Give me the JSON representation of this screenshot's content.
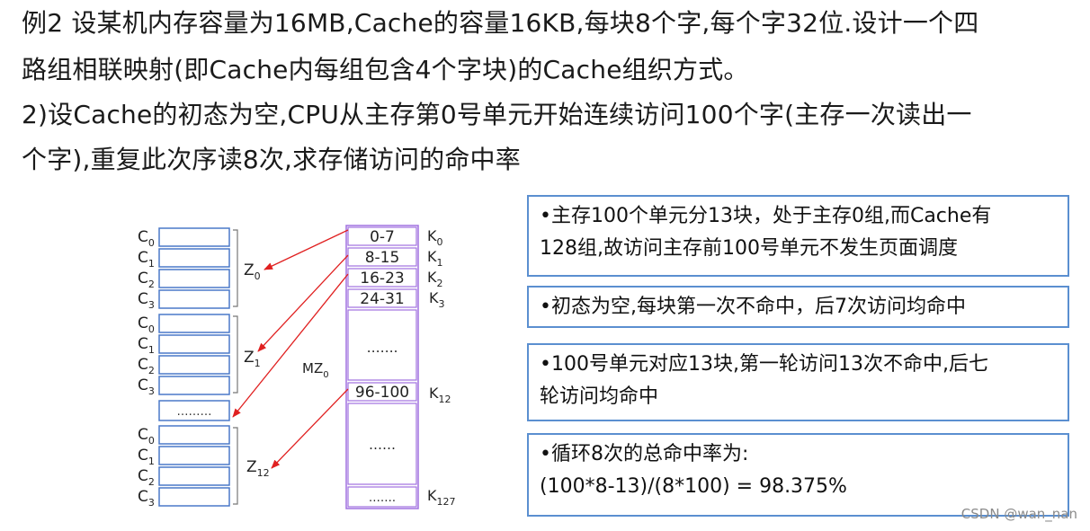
{
  "question": {
    "lines": [
      "例2 设某机内存容量为16MB,Cache的容量16KB,每块8个字,每个字32位.设计一个四",
      "路组相联映射(即Cache内每组包含4个字块)的Cache组织方式。",
      "2)设Cache的初态为空,CPU从主存第0号单元开始连续访问100个字(主存一次读出一",
      "个字),重复此次序读8次,求存储访问的命中率"
    ]
  },
  "diagram": {
    "cache_line_label": "C",
    "cache_line_subs": [
      "0",
      "1",
      "2",
      "3"
    ],
    "cache_gap": "………",
    "groups": [
      {
        "main": "Z",
        "sub": "0"
      },
      {
        "main": "Z",
        "sub": "1"
      },
      {
        "main": "Z",
        "sub": "12"
      }
    ],
    "memory_blocks": [
      "0-7",
      "8-15",
      "16-23",
      "24-31",
      "96-100"
    ],
    "memory_dots": [
      "…….",
      "……",
      "……."
    ],
    "block_labels": [
      {
        "main": "K",
        "sub": "0"
      },
      {
        "main": "K",
        "sub": "1"
      },
      {
        "main": "K",
        "sub": "2"
      },
      {
        "main": "K",
        "sub": "3"
      },
      {
        "main": "K",
        "sub": "12"
      },
      {
        "main": "K",
        "sub": "127"
      }
    ],
    "mz": {
      "main": "MZ",
      "sub": "0"
    },
    "colors": {
      "cache": "#4a78c8",
      "memory": "#a070e0",
      "arrow": "#e02020",
      "brace": "#777777"
    }
  },
  "notes": [
    {
      "lines": [
        "•主存100个单元分13块，处于主存0组,而Cache有",
        "128组,故访问主存前100号单元不发生页面调度"
      ]
    },
    {
      "lines": [
        "•初态为空,每块第一次不命中，后7次访问均命中"
      ]
    },
    {
      "lines": [
        "•100号单元对应13块,第一轮访问13次不命中,后七",
        "轮访问均命中"
      ]
    },
    {
      "lines": [
        "•循环8次的总命中率为:",
        "(100*8-13)/(8*100) = 98.375%"
      ]
    }
  ],
  "watermark": "CSDN @wan_nan"
}
